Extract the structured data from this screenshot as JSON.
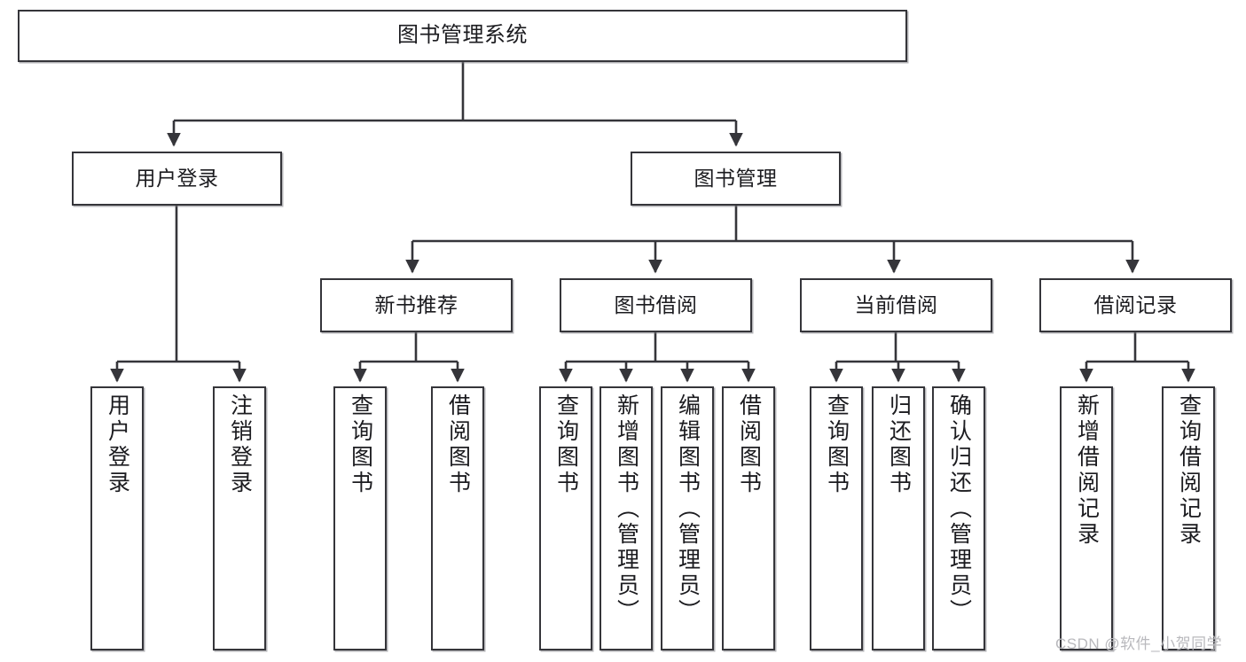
{
  "diagram": {
    "title": "图书管理系统",
    "type": "tree-hierarchy",
    "watermark": "CSDN @软件_小贺同学",
    "accent_color": "#35353a",
    "background_color": "#ffffff",
    "nodes": {
      "root": {
        "label": "图书管理系统"
      },
      "level2": [
        {
          "label": "用户登录"
        },
        {
          "label": "图书管理"
        }
      ],
      "level3": [
        {
          "label": "新书推荐"
        },
        {
          "label": "图书借阅"
        },
        {
          "label": "当前借阅"
        },
        {
          "label": "借阅记录"
        }
      ],
      "leaves": {
        "user_login": [
          {
            "label": "用户登录"
          },
          {
            "label": "注销登录"
          }
        ],
        "new_book_recommend": [
          {
            "label": "查询图书"
          },
          {
            "label": "借阅图书"
          }
        ],
        "book_borrow": [
          {
            "label": "查询图书"
          },
          {
            "label": "新增图书（管理员）"
          },
          {
            "label": "编辑图书（管理员）"
          },
          {
            "label": "借阅图书"
          }
        ],
        "current_borrow": [
          {
            "label": "查询图书"
          },
          {
            "label": "归还图书"
          },
          {
            "label": "确认归还（管理员）"
          }
        ],
        "borrow_record": [
          {
            "label": "新增借阅记录"
          },
          {
            "label": "查询借阅记录"
          }
        ]
      }
    }
  }
}
